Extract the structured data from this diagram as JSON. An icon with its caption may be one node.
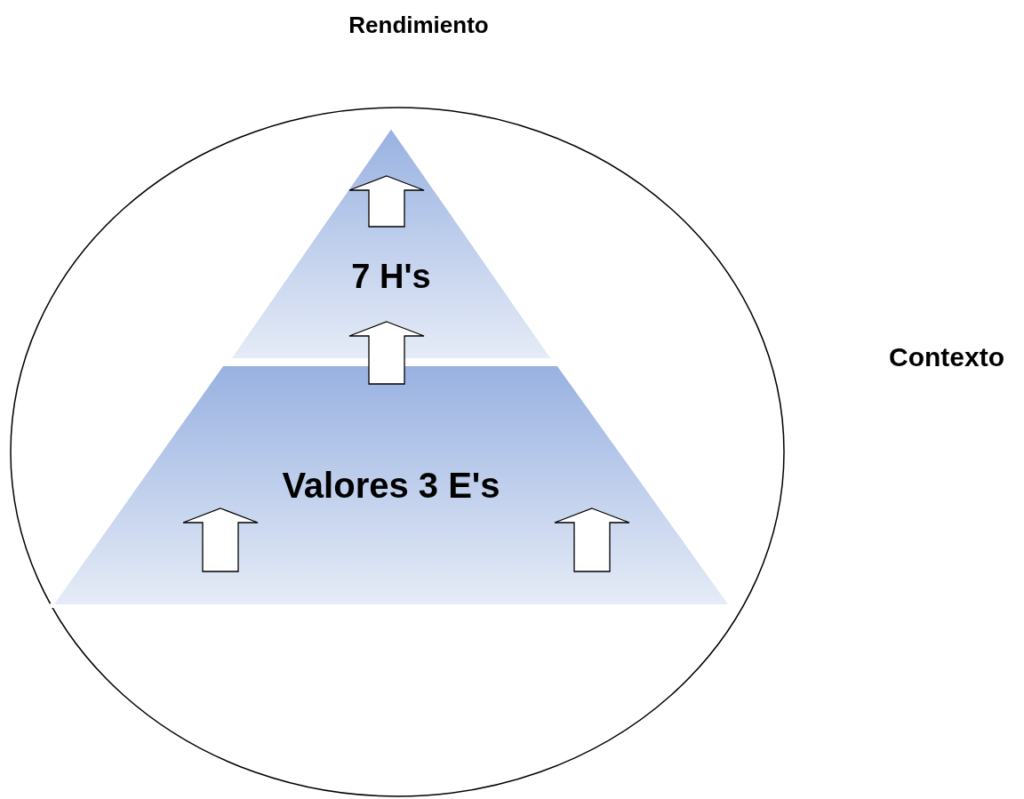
{
  "diagram": {
    "nodes": [
      {
        "text": [],
        "shape": "circle",
        "beside": [
          "Contexto"
        ]
      },
      {
        "text": [
          "7 H's"
        ],
        "in": 0
      },
      {
        "text": [
          "Valores 3 E's"
        ],
        "in": 0
      }
    ],
    "edges": [
      {
        "from": 2,
        "to": 1,
        "arrow": "to"
      }
    ],
    "labels": [
      "Rendimiento"
    ]
  }
}
